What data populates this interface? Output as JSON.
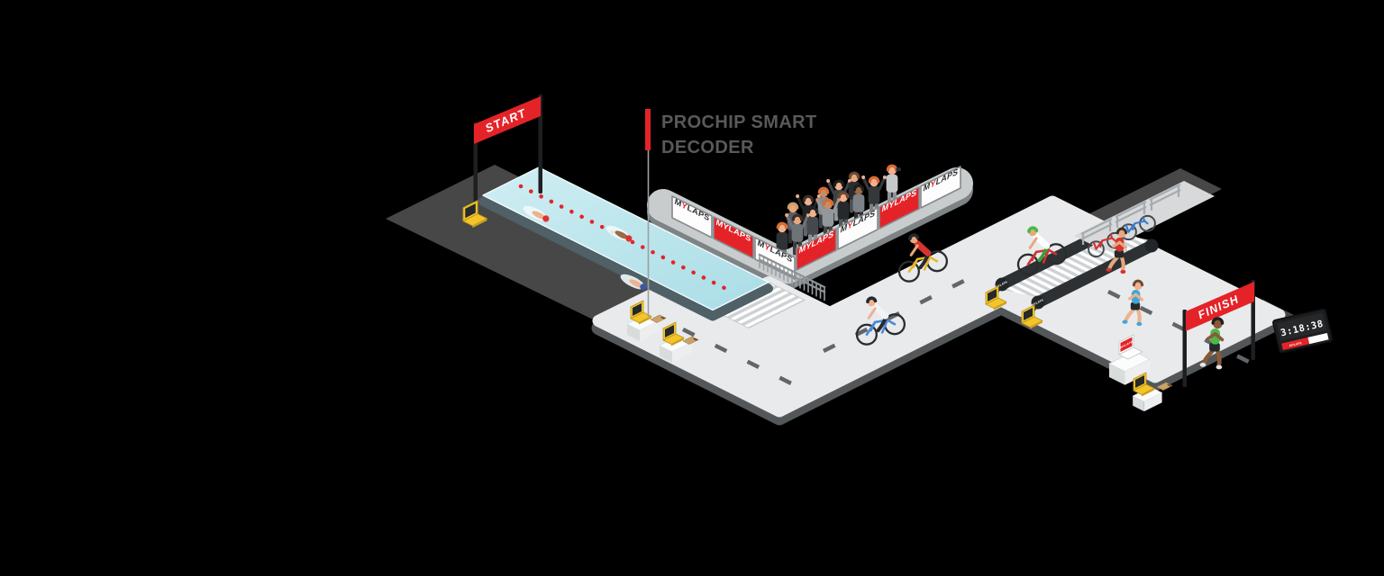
{
  "scene": {
    "type": "isometric-illustration",
    "subject": "Triathlon race course with MYLAPS sports timing system",
    "background_color": "#000000"
  },
  "labels": {
    "start_banner": "START",
    "finish_banner": "FINISH",
    "callout_line1": "PROCHIP SMART",
    "callout_line2": "DECODER"
  },
  "brand": {
    "name": "MYLAPS",
    "name_m": "M",
    "name_y": "Y",
    "name_laps": "LAPS"
  },
  "race_clock": {
    "time": "3:18:38"
  },
  "colors": {
    "brand_red": "#e42328",
    "callout_text_gray": "#58595b",
    "decoder_yellow": "#f4c528",
    "pool_water": "#b9e4ea",
    "road_surface": "#e9eaec",
    "road_side": "#53575a",
    "ground_shadow": "#474747",
    "walkway_gray": "#c9cccd",
    "timing_mat_black": "#2e3133",
    "banner_text_white": "#ffffff"
  }
}
